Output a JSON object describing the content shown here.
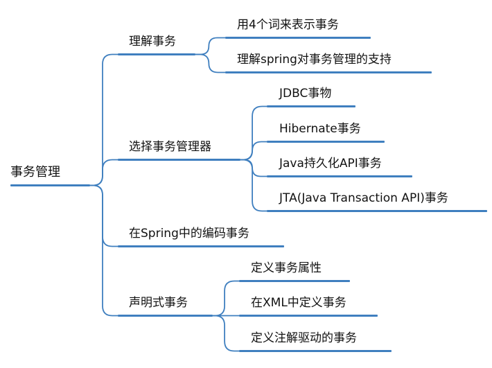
{
  "mindmap": {
    "root": "事务管理",
    "branches": [
      {
        "label": "理解事务",
        "children": [
          "用4个词来表示事务",
          "理解spring对事务管理的支持"
        ]
      },
      {
        "label": "选择事务管理器",
        "children": [
          "JDBC事物",
          "Hibernate事务",
          "Java持久化API事务",
          "JTA(Java Transaction API)事务"
        ]
      },
      {
        "label": "在Spring中的编码事务",
        "children": []
      },
      {
        "label": "声明式事务",
        "children": [
          "定义事务属性",
          "在XML中定义事务",
          "定义注解驱动的事务"
        ]
      }
    ]
  },
  "colors": {
    "line": "#3f7fbf",
    "text": "#111111",
    "background": "#ffffff"
  }
}
